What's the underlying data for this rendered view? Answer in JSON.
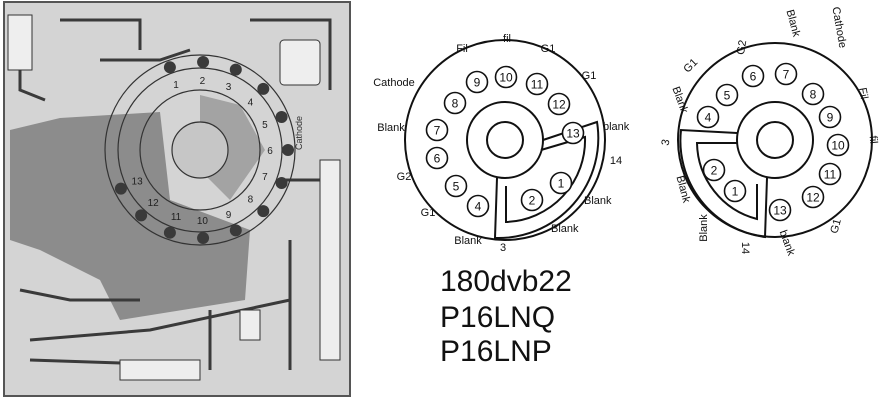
{
  "part_numbers": [
    "180dvb22",
    "P16LNQ",
    "P16LNP"
  ],
  "colors": {
    "ink": "#111111",
    "pcb_bg": "#d4d4d4",
    "copper": "#8c8c8c",
    "pad": "#3a3a3a"
  },
  "pcb": {
    "pin_labels": [
      "1",
      "2",
      "3",
      "4",
      "5",
      "6",
      "7",
      "8",
      "9",
      "10",
      "11",
      "12",
      "13"
    ],
    "silk_labels": [
      "Cathode"
    ]
  },
  "socket_a": {
    "pins": [
      "1",
      "2",
      "3",
      "4",
      "5",
      "6",
      "7",
      "8",
      "9",
      "10",
      "11",
      "12",
      "13"
    ],
    "labels": [
      "fil",
      "G1",
      "G1",
      "blank",
      "14",
      "Blank",
      "Blank",
      "3",
      "Blank",
      "G1",
      "G2",
      "Blank",
      "Cathode",
      "Fil"
    ]
  },
  "socket_b": {
    "pins": [
      "1",
      "2",
      "3",
      "4",
      "5",
      "6",
      "7",
      "8",
      "9",
      "10",
      "11",
      "12",
      "13"
    ],
    "labels": [
      "Blank",
      "Cathode",
      "G2",
      "G1",
      "Blank",
      "3",
      "Blank",
      "Blank",
      "14",
      "blank",
      "G1",
      "fil",
      "Fil"
    ]
  }
}
